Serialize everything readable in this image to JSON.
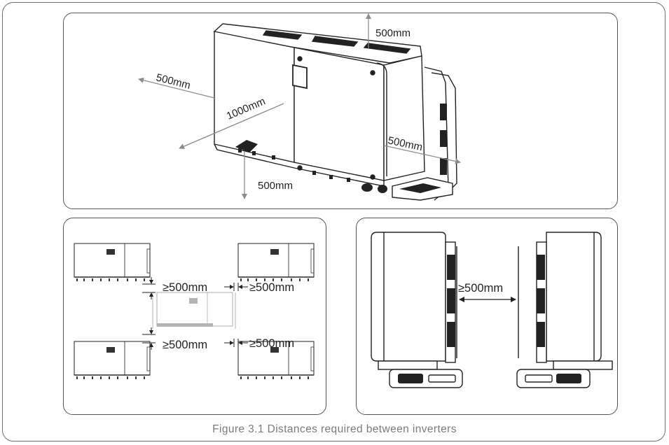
{
  "caption": "Figure 3.1 Distances required between inverters",
  "top_panel": {
    "labels": {
      "above": "500mm",
      "left": "500mm",
      "front": "1000mm",
      "right": "500mm",
      "below": "500mm"
    }
  },
  "grid_panel": {
    "labels": {
      "v_top": "≥500mm",
      "h_top": "≥500mm",
      "v_bottom": "≥500mm",
      "h_bottom": "≥500mm"
    }
  },
  "side_panel": {
    "labels": {
      "gap": "≥500mm"
    }
  },
  "colors": {
    "line": "#2b2b2b",
    "arrow": "#8c8c8c",
    "panel_border": "#555555",
    "caption": "#7a7a7a"
  }
}
